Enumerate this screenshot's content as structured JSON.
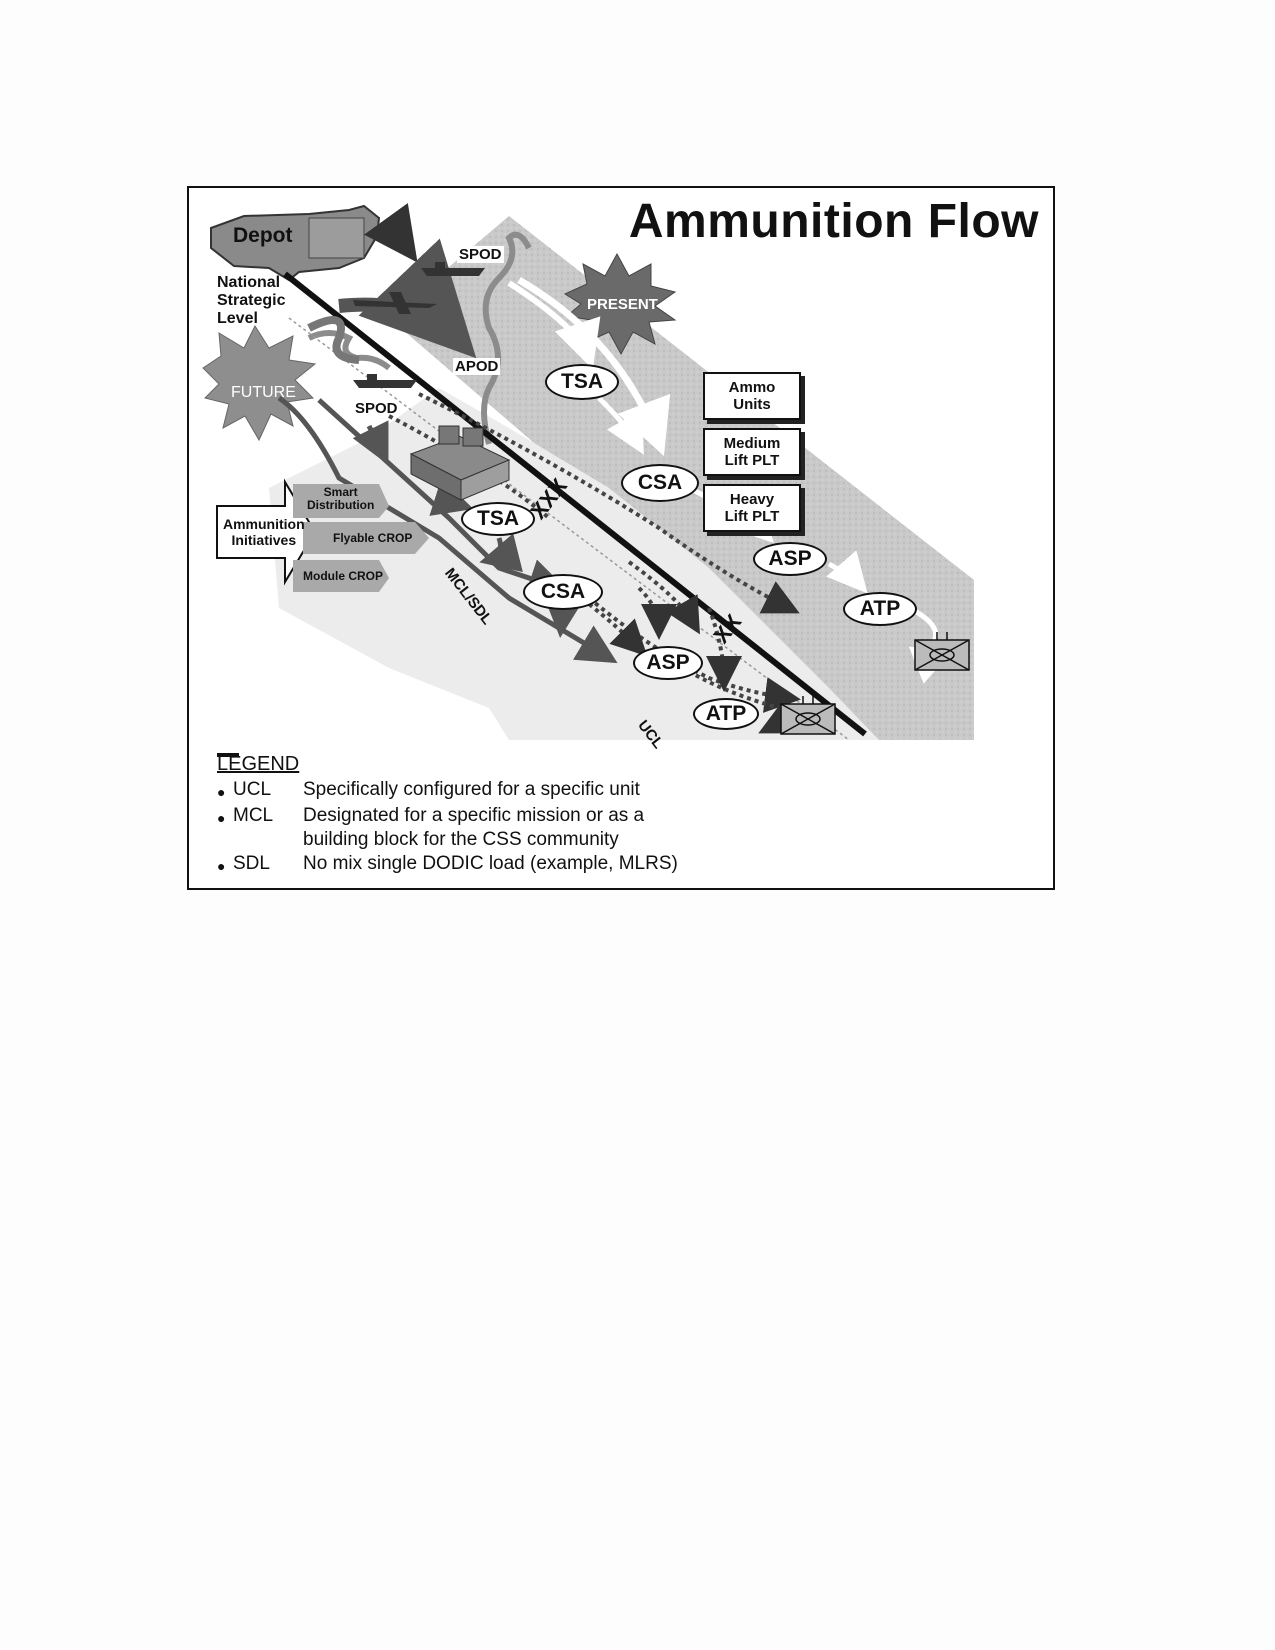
{
  "title": "Ammunition Flow",
  "labels": {
    "depot": "Depot",
    "national": "National\nStrategic\nLevel",
    "spod_top": "SPOD",
    "apod": "APOD",
    "spod_mid": "SPOD",
    "present": "PRESENT",
    "future": "FUTURE",
    "mcl_sdl": "MCL/SDL",
    "ucl": "UCL",
    "xxx": "XXX",
    "xx": "XX"
  },
  "present_nodes": [
    "TSA",
    "CSA",
    "ASP",
    "ATP"
  ],
  "future_nodes": [
    "TSA",
    "CSA",
    "ASP",
    "ATP"
  ],
  "unit_boxes": [
    "Ammo\nUnits",
    "Medium\nLift PLT",
    "Heavy\nLift PLT"
  ],
  "initiatives": {
    "arrow_label": "Ammunition\nInitiatives",
    "items": [
      "Smart\nDistribution",
      "Flyable CROP",
      "Module CROP"
    ]
  },
  "legend": {
    "title": "LEGEND",
    "rows": [
      {
        "key": "UCL",
        "mark": "dotted",
        "desc": "Specifically configured for a specific unit"
      },
      {
        "key": "MCL",
        "mark": "solid",
        "desc": "Designated for a specific mission or as a\n building block for the CSS community"
      },
      {
        "key": "SDL",
        "mark": "solid",
        "desc": "No mix single DODIC load (example, MLRS)"
      }
    ]
  }
}
